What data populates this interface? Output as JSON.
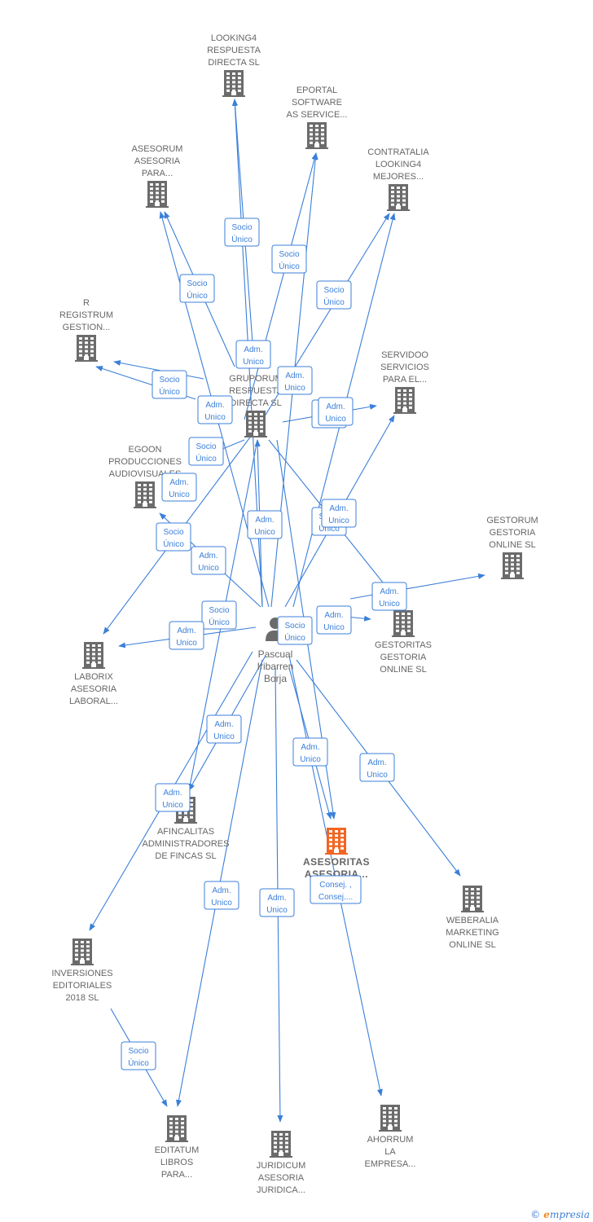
{
  "colors": {
    "edge": "#3b7fd9",
    "building": "#6b6b6b",
    "focus_building": "#f26522",
    "person": "#6b6b6b"
  },
  "person": {
    "id": "person",
    "lines": [
      "Pascual",
      "Iribarren",
      "Borja"
    ]
  },
  "nodes": [
    {
      "id": "looking4",
      "lines": [
        "LOOKING4",
        "RESPUESTA",
        "DIRECTA SL"
      ]
    },
    {
      "id": "eportal",
      "lines": [
        "EPORTAL",
        "SOFTWARE",
        "AS SERVICE..."
      ]
    },
    {
      "id": "asesorum",
      "lines": [
        "ASESORUM",
        "ASESORIA",
        "PARA..."
      ]
    },
    {
      "id": "contratalia",
      "lines": [
        "CONTRATALIA",
        "LOOKING4",
        "MEJORES..."
      ]
    },
    {
      "id": "registrum",
      "lines": [
        "R",
        "REGISTRUM",
        "GESTION..."
      ]
    },
    {
      "id": "servidoo",
      "lines": [
        "SERVIDOO",
        "SERVICIOS",
        "PARA EL..."
      ]
    },
    {
      "id": "grupo",
      "lines": [
        "GRUPORUM",
        "RESPUESTA",
        "DIRECTA SL"
      ]
    },
    {
      "id": "egoon",
      "lines": [
        "EGOON",
        "PRODUCCIONES",
        "AUDIOVISUALES"
      ]
    },
    {
      "id": "gestorum",
      "lines": [
        "GESTORUM",
        "GESTORIA",
        "ONLINE SL"
      ]
    },
    {
      "id": "gestoritas",
      "lines": [
        "GESTORITAS",
        "GESTORIA",
        "ONLINE  SL"
      ]
    },
    {
      "id": "laborix",
      "lines": [
        "LABORIX",
        "ASESORIA",
        "LABORAL..."
      ]
    },
    {
      "id": "afincalitas",
      "lines": [
        "AFINCALITAS",
        "ADMINISTRADORES",
        "DE FINCAS  SL"
      ]
    },
    {
      "id": "asesoritas",
      "lines": [
        "ASESORITAS",
        "ASESORIA..."
      ],
      "focus": true
    },
    {
      "id": "weberalia",
      "lines": [
        "WEBERALIA",
        "MARKETING",
        "ONLINE SL"
      ]
    },
    {
      "id": "inversiones",
      "lines": [
        "INVERSIONES",
        "EDITORIALES",
        "2018  SL"
      ]
    },
    {
      "id": "editatum",
      "lines": [
        "EDITATUM",
        "LIBROS",
        "PARA..."
      ]
    },
    {
      "id": "juridicum",
      "lines": [
        "JURIDICUM",
        "ASESORIA",
        "JURIDICA..."
      ]
    },
    {
      "id": "ahorrum",
      "lines": [
        "AHORRUM",
        "LA",
        "EMPRESA..."
      ]
    }
  ],
  "edge_labels": [
    {
      "id": "looking4-socio",
      "lines": [
        "Socio",
        "Único"
      ]
    },
    {
      "id": "eportal-socio",
      "lines": [
        "Socio",
        "Único"
      ]
    },
    {
      "id": "contratalia-socio",
      "lines": [
        "Socio",
        "Único"
      ]
    },
    {
      "id": "asesorum-socio",
      "lines": [
        "Socio",
        "Único"
      ]
    },
    {
      "id": "registrum-socio",
      "lines": [
        "Socio",
        "Único"
      ]
    },
    {
      "id": "egoon-socio",
      "lines": [
        "Socio",
        "Único"
      ]
    },
    {
      "id": "laborix-socio-a",
      "lines": [
        "Socio",
        "Único"
      ]
    },
    {
      "id": "laborix-socio-b",
      "lines": [
        "Socio",
        "Único"
      ]
    },
    {
      "id": "person-socio",
      "lines": [
        "Socio",
        "Único"
      ]
    },
    {
      "id": "inversiones-socio",
      "lines": [
        "Socio",
        "Único"
      ]
    },
    {
      "id": "gestorum-socio",
      "lines": [
        "Socio",
        "Único"
      ]
    },
    {
      "id": "looking4-adm",
      "lines": [
        "Adm.",
        "Unico"
      ]
    },
    {
      "id": "eportal-adm",
      "lines": [
        "Adm.",
        "Unico"
      ]
    },
    {
      "id": "asesorum-adm",
      "lines": [
        "Adm.",
        "Unico"
      ]
    },
    {
      "id": "servidoo-adm-b",
      "lines": [
        "Adm.",
        "Unico"
      ]
    },
    {
      "id": "servidoo-adm",
      "lines": [
        "Adm.",
        "Unico"
      ]
    },
    {
      "id": "egoon-adm",
      "lines": [
        "Adm.",
        "Unico"
      ]
    },
    {
      "id": "grupo-adm",
      "lines": [
        "Adm.",
        "Unico"
      ]
    },
    {
      "id": "gestoritas-adm",
      "lines": [
        "Adm.",
        "Unico"
      ]
    },
    {
      "id": "laborix-adm-a",
      "lines": [
        "Adm.",
        "Unico"
      ]
    },
    {
      "id": "laborix-adm-b",
      "lines": [
        "Adm.",
        "Unico"
      ]
    },
    {
      "id": "gestorum-adm",
      "lines": [
        "Adm.",
        "Unico"
      ]
    },
    {
      "id": "gestoritas-adm-b",
      "lines": [
        "Adm.",
        "Unico"
      ]
    },
    {
      "id": "afincalitas-adm-a",
      "lines": [
        "Adm.",
        "Unico"
      ]
    },
    {
      "id": "asesoritas-adm",
      "lines": [
        "Adm.",
        "Unico"
      ]
    },
    {
      "id": "weberalia-adm",
      "lines": [
        "Adm.",
        "Unico"
      ]
    },
    {
      "id": "afincalitas-adm-b",
      "lines": [
        "Adm.",
        "Unico"
      ]
    },
    {
      "id": "editatum-adm",
      "lines": [
        "Adm.",
        "Unico"
      ]
    },
    {
      "id": "juridicum-adm",
      "lines": [
        "Adm.",
        "Unico"
      ]
    },
    {
      "id": "asesoritas-consej",
      "lines": [
        "Consej. ,",
        "Consej...."
      ]
    }
  ],
  "footer": {
    "copyright": "©",
    "brand_initial": "e",
    "brand_rest": "mpresia"
  }
}
